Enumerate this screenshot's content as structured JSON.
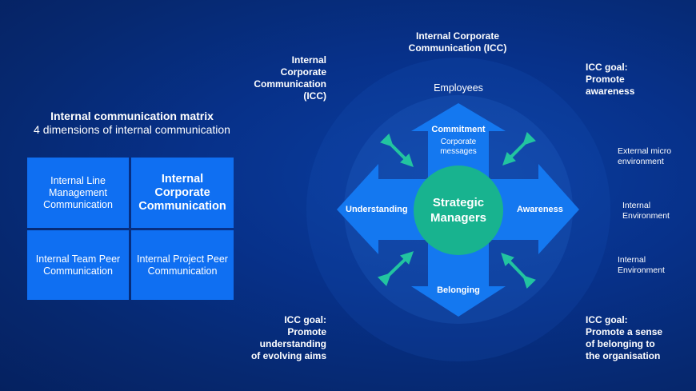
{
  "matrix": {
    "title": "Internal communication matrix",
    "subtitle": "4 dimensions of internal communication",
    "cells": [
      {
        "label": "Internal Line Management Communication"
      },
      {
        "label": "Internal Corporate Communication"
      },
      {
        "label": "Internal Team Peer Communication"
      },
      {
        "label": "Internal Project Peer Communication"
      }
    ]
  },
  "diagram": {
    "top_title": "Internal Corporate\nCommunication (ICC)",
    "left_title": "Internal\nCorporate\nCommunication\n(ICC)",
    "goal_top_right": "ICC goal:\nPromote\nawareness",
    "goal_bottom_left": "ICC goal:\nPromote\nunderstanding\nof evolving aims",
    "goal_bottom_right": "ICC goal:\nPromote a sense\nof belonging to\nthe organisation",
    "employees": "Employees",
    "external_micro": "External micro\nenvironment",
    "internal_env_1": "Internal\nEnvironment",
    "internal_env_2": "Internal\nEnvironment",
    "center": "Strategic\nManagers",
    "arrow_up": "Commitment",
    "arrow_up_sub": "Corporate\nmessages",
    "arrow_left": "Understanding",
    "arrow_right": "Awareness",
    "arrow_down": "Belonging"
  },
  "colors": {
    "background": "#06286f",
    "cell": "#0f6ff2",
    "arrow": "#1478f0",
    "center_circle": "#18b38f",
    "diagonal_arrow": "#22c4a0"
  }
}
